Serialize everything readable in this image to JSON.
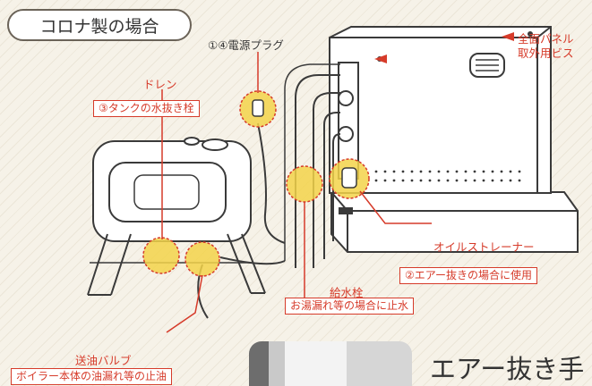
{
  "title": "コロナ製の場合",
  "labels": {
    "power_plug": "①④電源プラグ",
    "front_panel_screw_line1": "全面パネル",
    "front_panel_screw_line2": "取外用ビス",
    "drain": "ドレン",
    "tank_drain_plug": "③タンクの水抜き栓",
    "oil_strainer": "オイルストレーナー",
    "air_bleed_use": "②エアー抜きの場合に使用",
    "water_supply_valve": "給水栓",
    "hot_water_leak_stop": "お湯漏れ等の場合に止水",
    "oil_supply_valve": "送油バルブ",
    "boiler_oil_leak_stop": "ボイラー本体の油漏れ等の止油"
  },
  "heading": "エアー抜き手",
  "colors": {
    "accent_red": "#d63b2a",
    "highlight_yellow": "#f3d34a",
    "outline": "#3a3a3a"
  }
}
